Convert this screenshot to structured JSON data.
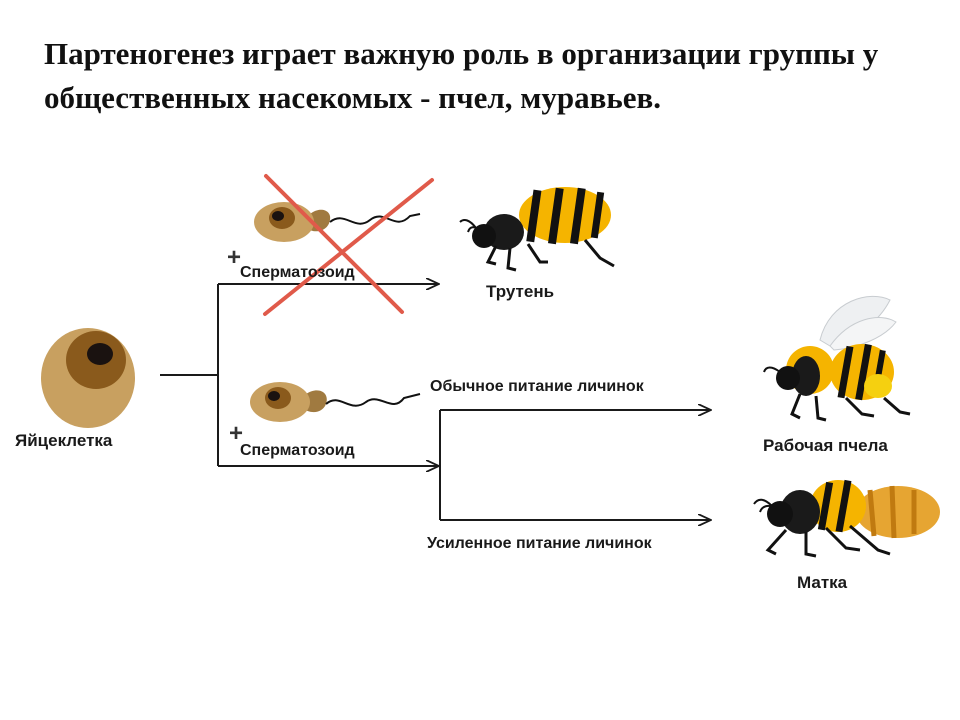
{
  "slide": {
    "title": "Партеногенез играет важную роль в организации группы у общественных насекомых - пчел, муравьев."
  },
  "diagram": {
    "egg_label": "Яйцеклетка",
    "sperm_label_top": "Сперматозоид",
    "sperm_label_bottom": "Сперматозоид",
    "plus_sign": "+",
    "drone_label": "Трутень",
    "normal_feeding_label": "Обычное питание личинок",
    "enhanced_feeding_label": "Усиленное питание личинок",
    "worker_label": "Рабочая пчела",
    "queen_label": "Матка"
  },
  "colors": {
    "egg_outer": "#c8a060",
    "egg_inner": "#8a5a1c",
    "nucleus": "#1a1210",
    "cross": "#e05a4a",
    "line": "#1a1a1a",
    "bee_yellow": "#f5b400",
    "bee_black": "#111111",
    "queen_abdomen": "#e6a532"
  }
}
